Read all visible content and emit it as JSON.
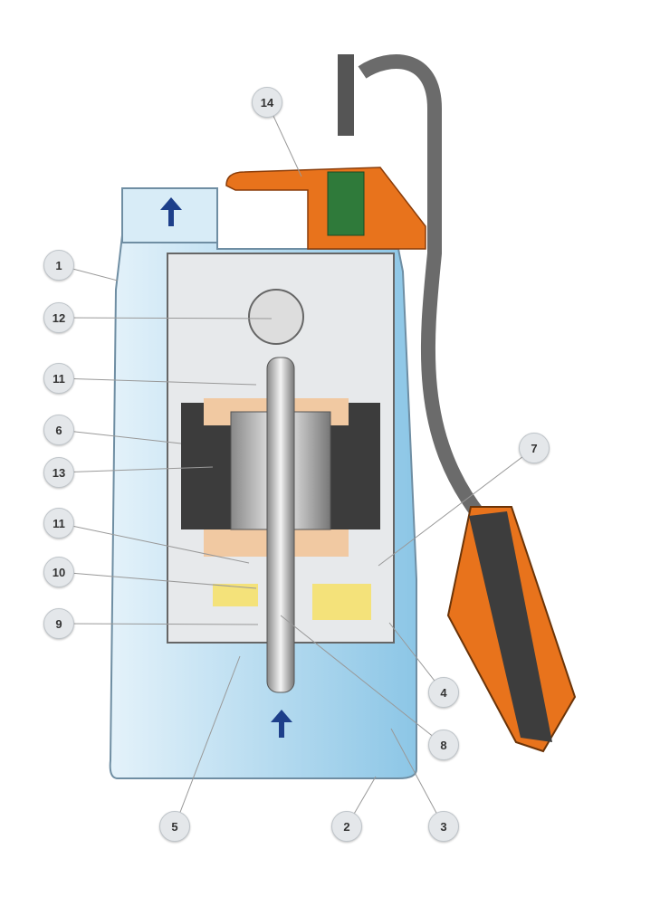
{
  "title": "Submersible drainage pump cross-section",
  "colors": {
    "body": "#b9dbef",
    "orange": "#e8731c",
    "stator": "#3c3c3c",
    "cable": "#6b6b6b",
    "callout": "#e4e7ea"
  },
  "callouts": [
    {
      "id": "c14",
      "label": "14"
    },
    {
      "id": "c1",
      "label": "1"
    },
    {
      "id": "c12",
      "label": "12"
    },
    {
      "id": "c11a",
      "label": "11"
    },
    {
      "id": "c6",
      "label": "6"
    },
    {
      "id": "c13",
      "label": "13"
    },
    {
      "id": "c11b",
      "label": "11"
    },
    {
      "id": "c10",
      "label": "10"
    },
    {
      "id": "c9",
      "label": "9"
    },
    {
      "id": "c7",
      "label": "7"
    },
    {
      "id": "c4",
      "label": "4"
    },
    {
      "id": "c8",
      "label": "8"
    },
    {
      "id": "c5",
      "label": "5"
    },
    {
      "id": "c2",
      "label": "2"
    },
    {
      "id": "c3",
      "label": "3"
    }
  ]
}
